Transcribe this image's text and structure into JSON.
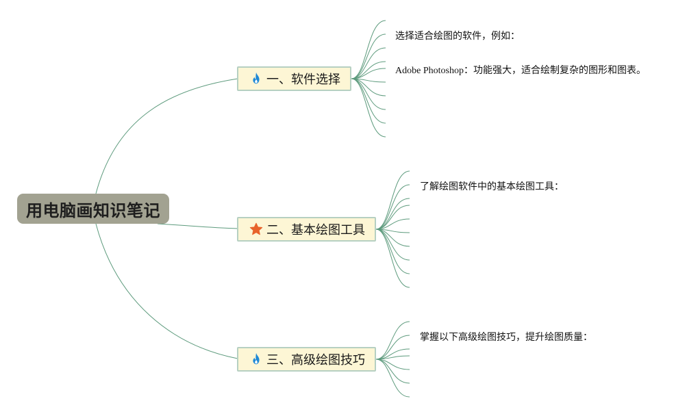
{
  "root": {
    "label": "用电脑画知识笔记"
  },
  "branches": [
    {
      "label": "一、软件选择",
      "icon": "fire-icon",
      "icon_color": "#1e88d6"
    },
    {
      "label": "二、基本绘图工具",
      "icon": "star-icon",
      "icon_color": "#e8632b"
    },
    {
      "label": "三、高级绘图技巧",
      "icon": "fire-icon",
      "icon_color": "#1e88d6"
    }
  ],
  "leaves": {
    "b1": [
      "选择适合绘图的软件，例如：",
      "Adobe Photoshop：功能强大，适合绘制复杂的图形和图表。"
    ],
    "b2": [
      "了解绘图软件中的基本绘图工具："
    ],
    "b3": [
      "掌握以下高级绘图技巧，提升绘图质量："
    ]
  },
  "colors": {
    "connector": "#5c9a7c",
    "root_fill": "#a2a291",
    "branch_fill": "#fdf6d5",
    "branch_border": "#b6d0c2"
  }
}
